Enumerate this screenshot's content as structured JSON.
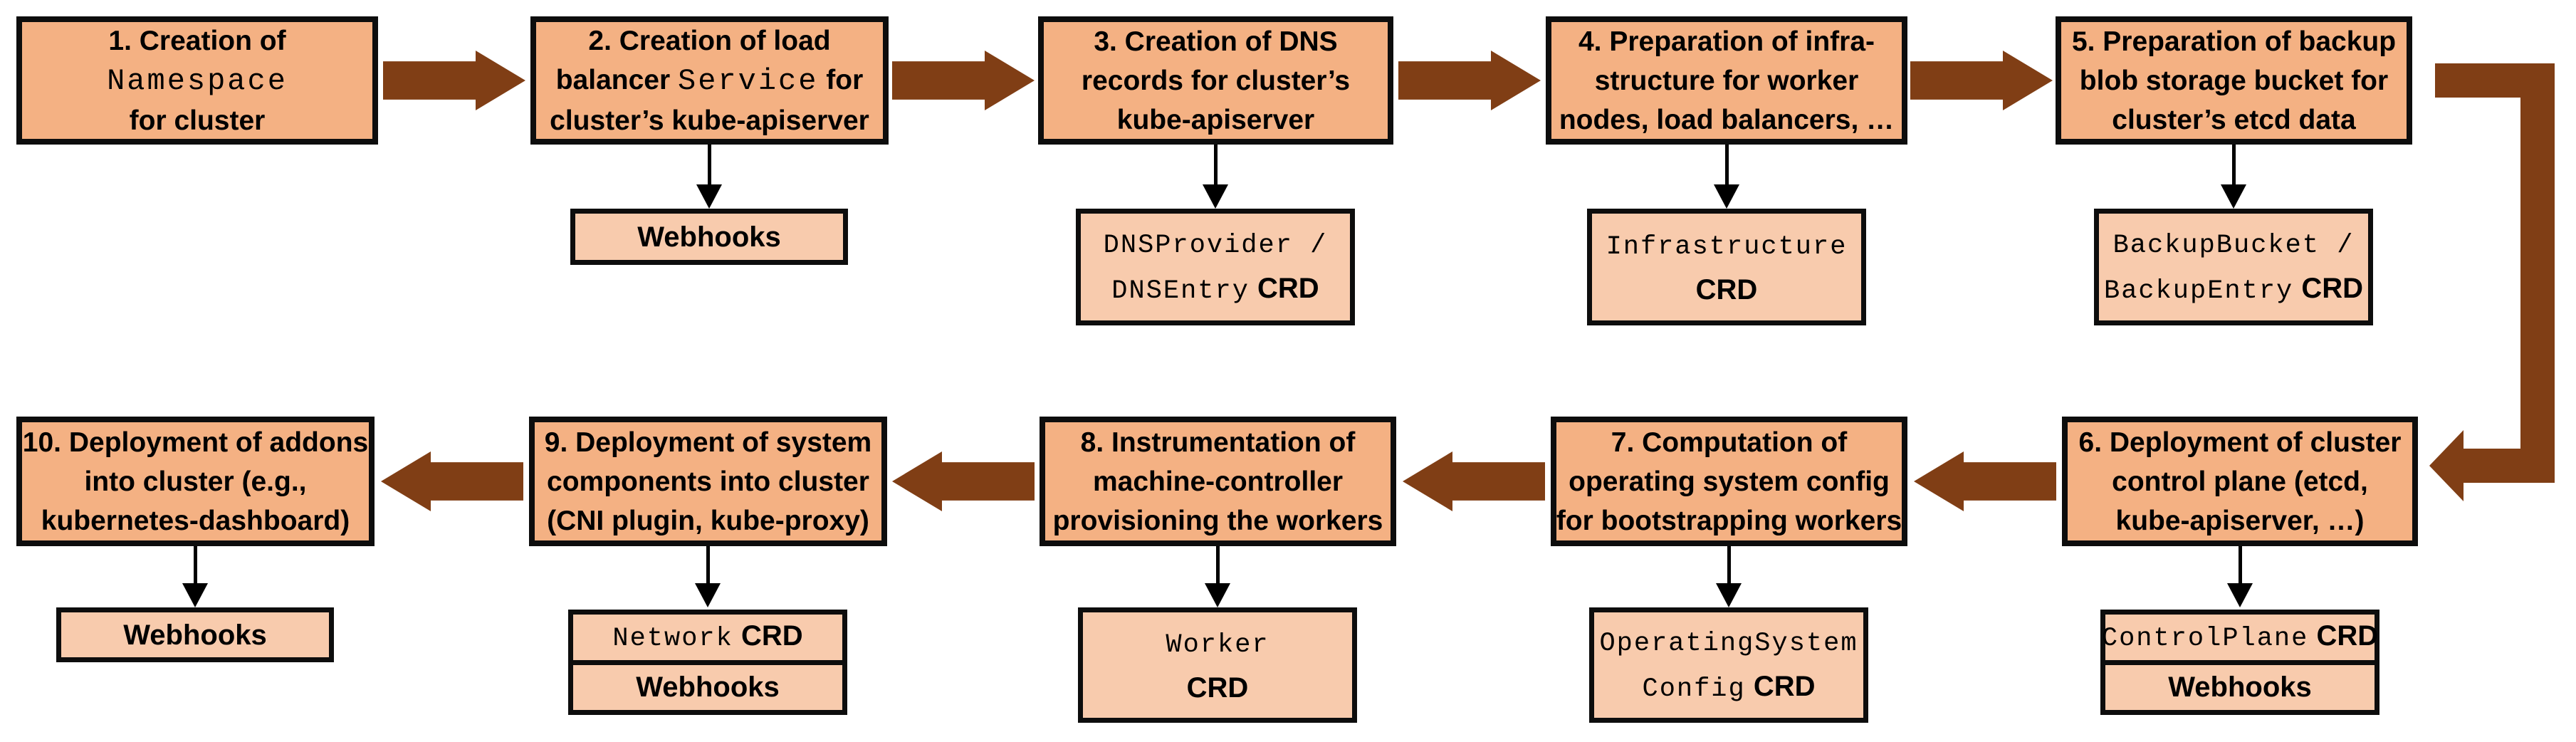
{
  "diagram": {
    "background": "#ffffff",
    "step_fill": "#f4b183",
    "sub_fill": "#f8cbad",
    "border_color": "#0d0d0d",
    "flow_arrow_color": "#803e15",
    "connector_color": "#000000"
  },
  "steps": [
    {
      "lines": [
        [
          {
            "t": "1. Creation of"
          }
        ],
        [
          {
            "t": "Namespace",
            "mono": true
          }
        ],
        [
          {
            "t": "for cluster"
          }
        ]
      ],
      "sub": null
    },
    {
      "lines": [
        [
          {
            "t": "2. Creation of load"
          }
        ],
        [
          {
            "t": "balancer "
          },
          {
            "t": "Service",
            "mono": true
          },
          {
            "t": " for"
          }
        ],
        [
          {
            "t": "cluster’s kube-apiserver"
          }
        ]
      ],
      "sub": {
        "kind": "single",
        "lines": [
          [
            {
              "t": "Webhooks"
            }
          ]
        ]
      }
    },
    {
      "lines": [
        [
          {
            "t": "3. Creation of DNS"
          }
        ],
        [
          {
            "t": "records for cluster’s"
          }
        ],
        [
          {
            "t": "kube-apiserver"
          }
        ]
      ],
      "sub": {
        "kind": "single",
        "lines": [
          [
            {
              "t": "DNSProvider /",
              "mono": true
            }
          ],
          [
            {
              "t": "DNSEntry",
              "mono": true
            },
            {
              "t": " CRD"
            }
          ]
        ]
      }
    },
    {
      "lines": [
        [
          {
            "t": "4. Preparation of infra-"
          }
        ],
        [
          {
            "t": "structure for worker"
          }
        ],
        [
          {
            "t": "nodes, load balancers, …"
          }
        ]
      ],
      "sub": {
        "kind": "single",
        "lines": [
          [
            {
              "t": "Infrastructure",
              "mono": true
            }
          ],
          [
            {
              "t": "CRD"
            }
          ]
        ]
      }
    },
    {
      "lines": [
        [
          {
            "t": "5. Preparation of backup"
          }
        ],
        [
          {
            "t": "blob storage bucket for"
          }
        ],
        [
          {
            "t": "cluster’s etcd data"
          }
        ]
      ],
      "sub": {
        "kind": "single",
        "lines": [
          [
            {
              "t": "BackupBucket /",
              "mono": true
            }
          ],
          [
            {
              "t": "BackupEntry",
              "mono": true
            },
            {
              "t": " CRD"
            }
          ]
        ]
      }
    },
    {
      "lines": [
        [
          {
            "t": "6. Deployment of cluster"
          }
        ],
        [
          {
            "t": "control plane (etcd,"
          }
        ],
        [
          {
            "t": "kube-apiserver, …)"
          }
        ]
      ],
      "sub": {
        "kind": "stacked",
        "rows": [
          [
            {
              "t": "ControlPlane",
              "mono": true
            },
            {
              "t": " CRD"
            }
          ],
          [
            {
              "t": "Webhooks"
            }
          ]
        ]
      }
    },
    {
      "lines": [
        [
          {
            "t": "7. Computation of"
          }
        ],
        [
          {
            "t": "operating system config"
          }
        ],
        [
          {
            "t": "for bootstrapping workers"
          }
        ]
      ],
      "sub": {
        "kind": "single",
        "lines": [
          [
            {
              "t": "OperatingSystem",
              "mono": true
            }
          ],
          [
            {
              "t": "Config",
              "mono": true
            },
            {
              "t": " CRD"
            }
          ]
        ]
      }
    },
    {
      "lines": [
        [
          {
            "t": "8. Instrumentation of"
          }
        ],
        [
          {
            "t": "machine-controller"
          }
        ],
        [
          {
            "t": "provisioning the workers"
          }
        ]
      ],
      "sub": {
        "kind": "single",
        "lines": [
          [
            {
              "t": "Worker",
              "mono": true
            }
          ],
          [
            {
              "t": "CRD"
            }
          ]
        ]
      }
    },
    {
      "lines": [
        [
          {
            "t": "9. Deployment of system"
          }
        ],
        [
          {
            "t": "components into cluster"
          }
        ],
        [
          {
            "t": "(CNI plugin, kube-proxy)"
          }
        ]
      ],
      "sub": {
        "kind": "stacked",
        "rows": [
          [
            {
              "t": "Network",
              "mono": true
            },
            {
              "t": " CRD"
            }
          ],
          [
            {
              "t": "Webhooks"
            }
          ]
        ]
      }
    },
    {
      "lines": [
        [
          {
            "t": "10. Deployment of addons"
          }
        ],
        [
          {
            "t": "into cluster (e.g.,"
          }
        ],
        [
          {
            "t": "kubernetes-dashboard)"
          }
        ]
      ],
      "sub": {
        "kind": "single",
        "lines": [
          [
            {
              "t": "Webhooks"
            }
          ]
        ]
      }
    }
  ]
}
